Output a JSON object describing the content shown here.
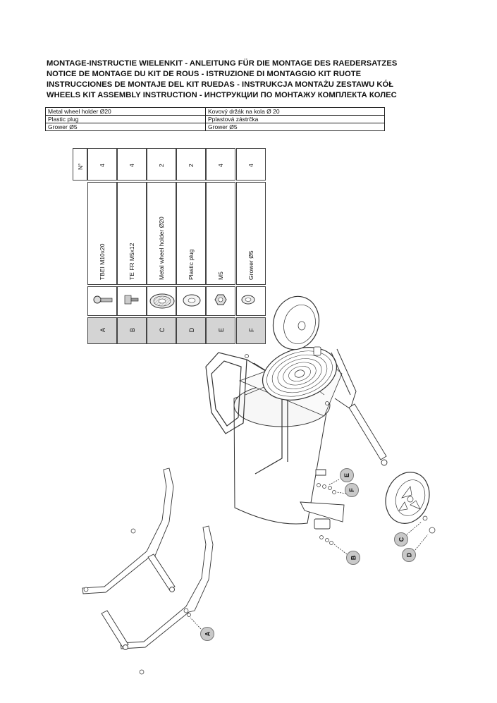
{
  "titles": [
    "MONTAGE-INSTRUCTIE WIELENKIT - ANLEITUNG FÜR DIE MONTAGE DES RAEDERSATZES",
    "NOTICE DE MONTAGE DU KIT DE ROUS - ISTRUZIONE DI MONTAGGIO KIT RUOTE",
    "INSTRUCCIONES DE MONTAJE DEL KIT RUEDAS - INSTRUKCJA MONTAŻU ZESTAWU KÓŁ",
    "WHEELS KIT ASSEMBLY INSTRUCTION - ИНСТРУКЦИИ ПО МОНТАЖУ КОМПЛЕКТА КОЛЕС"
  ],
  "translations": [
    {
      "en": "Metal wheel holder Ø20",
      "cs": "Kovový držák na kola Ø 20"
    },
    {
      "en": "Plastic plug",
      "cs": "Pplastová zástrčka"
    },
    {
      "en": "Grower Ø5",
      "cs": "Grower Ø5"
    }
  ],
  "parts_table": {
    "qty_header": "N°",
    "parts": [
      {
        "letter": "A",
        "qty": "4",
        "name": "TBEI M10x20",
        "icon": "bolt-icon"
      },
      {
        "letter": "B",
        "qty": "4",
        "name": "TE FR M5x12",
        "icon": "flange-screw-icon"
      },
      {
        "letter": "C",
        "qty": "2",
        "name": "Metal wheel holder Ø20",
        "icon": "wheel-holder-icon"
      },
      {
        "letter": "D",
        "qty": "2",
        "name": "Plastic plug",
        "icon": "plastic-plug-icon"
      },
      {
        "letter": "E",
        "qty": "4",
        "name": "M5",
        "icon": "nut-icon"
      },
      {
        "letter": "F",
        "qty": "4",
        "name": "Grower Ø5",
        "icon": "grower-washer-icon"
      }
    ]
  },
  "callouts": [
    "E",
    "F",
    "C",
    "D",
    "B",
    "A"
  ]
}
